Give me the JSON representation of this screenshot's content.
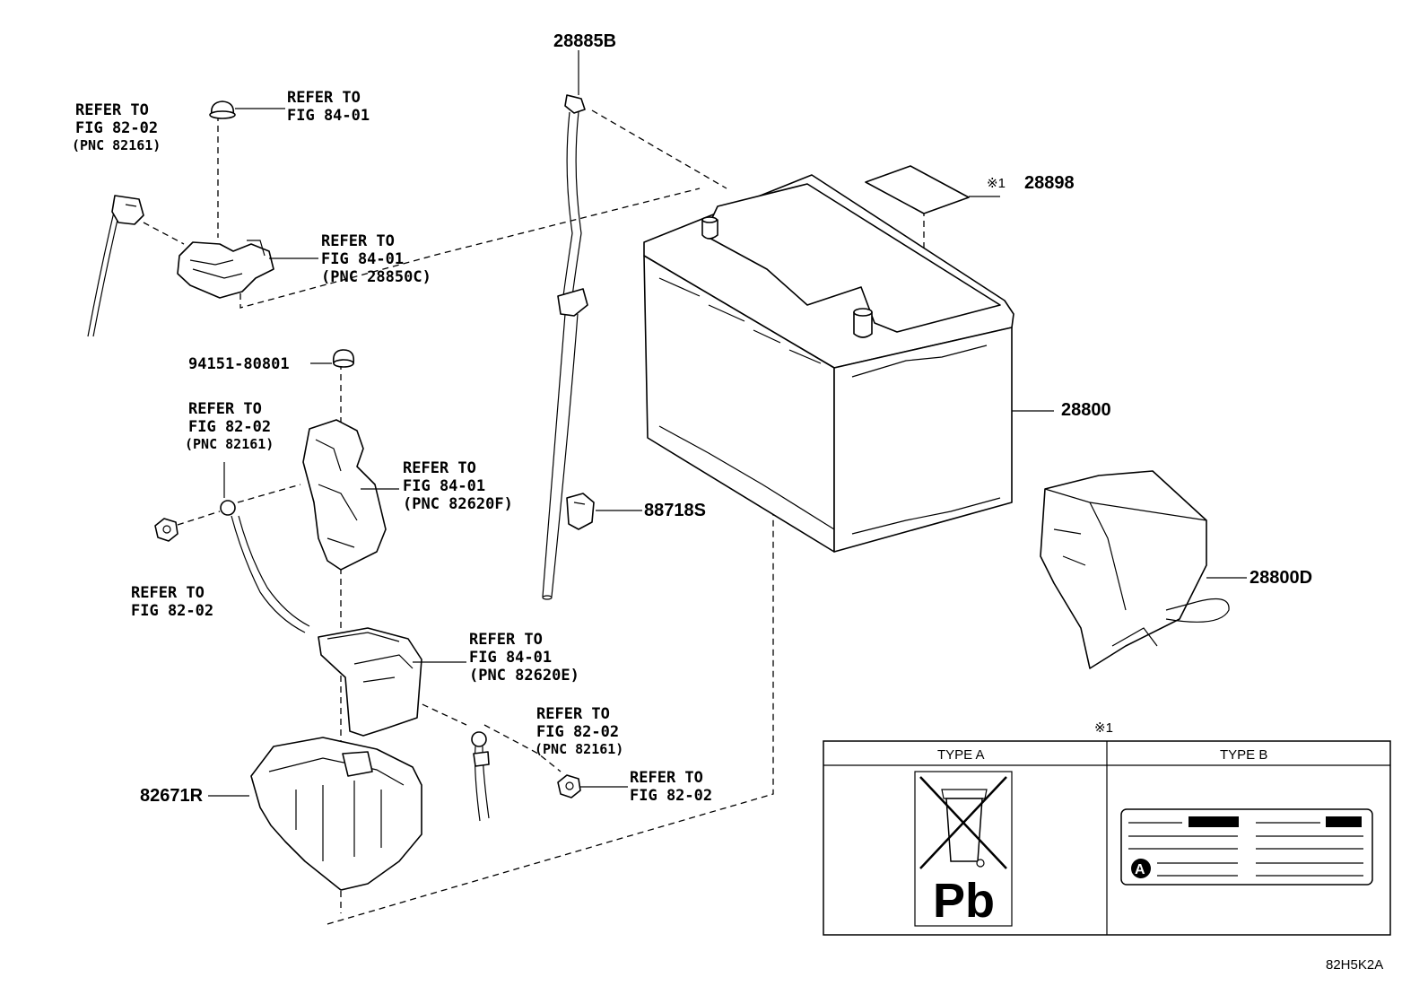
{
  "parts": {
    "p28885b": "28885B",
    "p28898": "28898",
    "p28898_ref": "※1",
    "p28800": "28800",
    "p28800d": "28800D",
    "p88718s": "88718S",
    "p82671r": "82671R",
    "p94151": "94151-80801"
  },
  "refs": {
    "r1": {
      "l1": "REFER TO",
      "l2": "FIG 82-02",
      "l3": "(PNC 82161)"
    },
    "r2": {
      "l1": "REFER TO",
      "l2": "FIG 84-01"
    },
    "r3": {
      "l1": "REFER TO",
      "l2": "FIG 84-01",
      "l3": "(PNC 28850C)"
    },
    "r4": {
      "l1": "REFER TO",
      "l2": "FIG 82-02",
      "l3": "(PNC 82161)"
    },
    "r5": {
      "l1": "REFER TO",
      "l2": "FIG 84-01",
      "l3": "(PNC 82620F)"
    },
    "r6": {
      "l1": "REFER TO",
      "l2": "FIG 82-02"
    },
    "r7": {
      "l1": "REFER TO",
      "l2": "FIG 84-01",
      "l3": "(PNC 82620E)"
    },
    "r8": {
      "l1": "REFER TO",
      "l2": "FIG 82-02",
      "l3": "(PNC 82161)"
    },
    "r9": {
      "l1": "REFER TO",
      "l2": "FIG 82-02"
    }
  },
  "label_table": {
    "marker": "※1",
    "type_a": "TYPE A",
    "type_b": "TYPE B",
    "pb": "Pb",
    "circle_letter": "A"
  },
  "figure_code": "82H5K2A"
}
